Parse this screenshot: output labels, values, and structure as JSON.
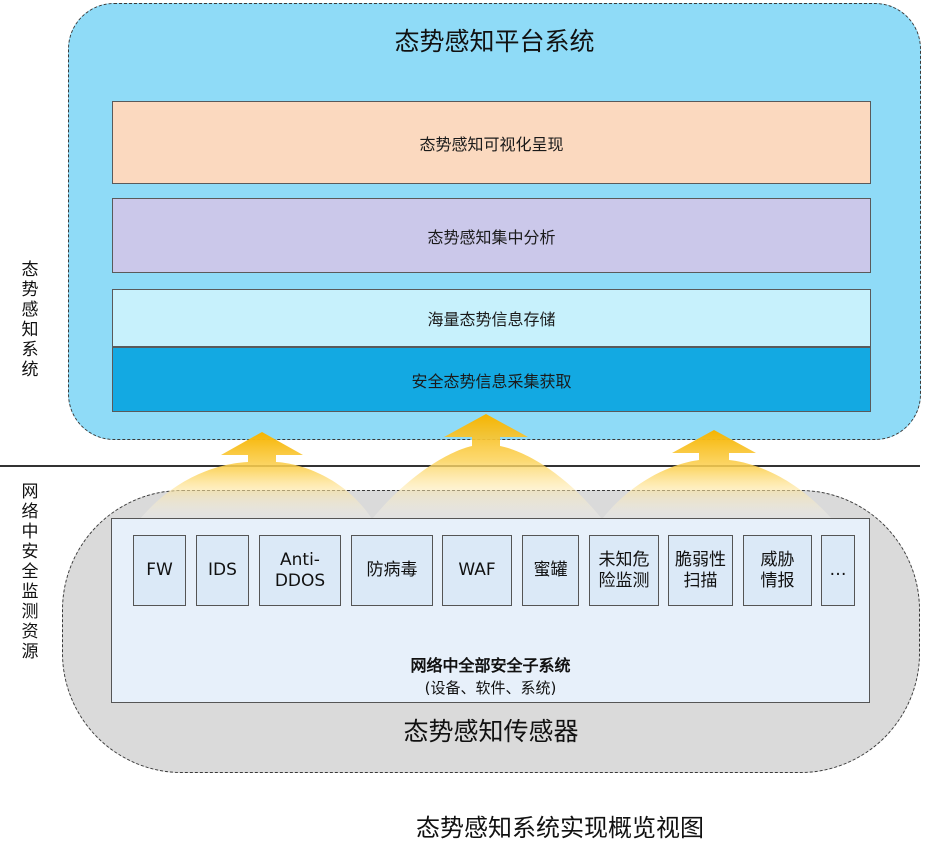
{
  "platform": {
    "title": "态势感知平台系统",
    "layers": [
      "态势感知可视化呈现",
      "态势感知集中分析",
      "海量态势信息存储",
      "安全态势信息采集获取"
    ]
  },
  "side_labels": {
    "top": "态势感知系统",
    "bottom": "网络中安全监测资源"
  },
  "sensor": {
    "items": [
      "FW",
      "IDS",
      "Anti-\nDDOS",
      "防病毒",
      "WAF",
      "蜜罐",
      "未知危\n险监测",
      "脆弱性\n扫描",
      "威胁\n情报",
      "…"
    ],
    "subsystem_title": "网络中全部安全子系统",
    "subsystem_subtitle": "(设备、软件、系统)",
    "title": "态势感知传感器"
  },
  "caption": "态势感知系统实现概览视图",
  "colors": {
    "platform_bg": "#8fdbf7",
    "layer_visualization": "#fbd9bf",
    "layer_analysis": "#cbc8ea",
    "layer_storage": "#c7f1fc",
    "layer_collection": "#13a9e2",
    "sensor_bg": "#dadada",
    "arrow": "#f6b400"
  }
}
